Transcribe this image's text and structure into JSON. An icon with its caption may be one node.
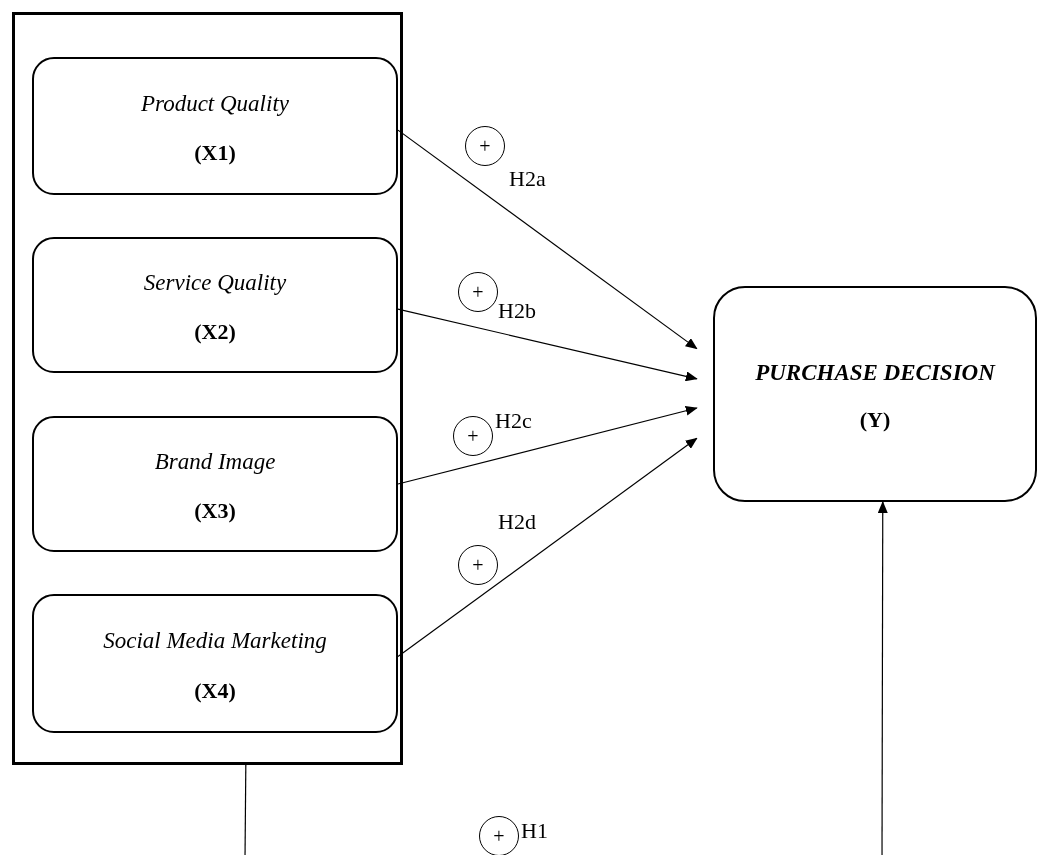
{
  "diagram": {
    "nodes": [
      {
        "text": [],
        "shape": "box"
      },
      {
        "text": [
          "Product Quality",
          "(X1)"
        ],
        "in": 0
      },
      {
        "text": [
          "Service Quality",
          "(X2)"
        ],
        "in": 0
      },
      {
        "text": [
          "Brand Image",
          "(X3)"
        ],
        "in": 0
      },
      {
        "text": [
          "Social Media Marketing",
          "(X4)"
        ],
        "in": 0
      },
      {
        "text": [
          "PURCHASE DECISION",
          "(Y)"
        ]
      },
      {
        "text": [
          "+"
        ],
        "beside": [
          "H2a"
        ]
      },
      {
        "text": [
          "+"
        ],
        "beside": [
          "H2b"
        ]
      },
      {
        "text": [
          "+"
        ],
        "beside": [
          "H2c"
        ]
      },
      {
        "text": [
          "+"
        ],
        "beside": [
          "H2d"
        ]
      },
      {
        "text": [
          "+"
        ],
        "beside": [
          "H1"
        ]
      }
    ],
    "edges": [
      {
        "from": 1,
        "to": 5,
        "arrow": "to"
      },
      {
        "from": 2,
        "to": 5,
        "arrow": "to"
      },
      {
        "from": 3,
        "to": 5,
        "arrow": "to"
      },
      {
        "from": 4,
        "to": 5,
        "arrow": "to"
      },
      {
        "from": 0,
        "to": null,
        "arrow": "none"
      },
      {
        "from": null,
        "to": 5,
        "arrow": "to"
      }
    ]
  }
}
